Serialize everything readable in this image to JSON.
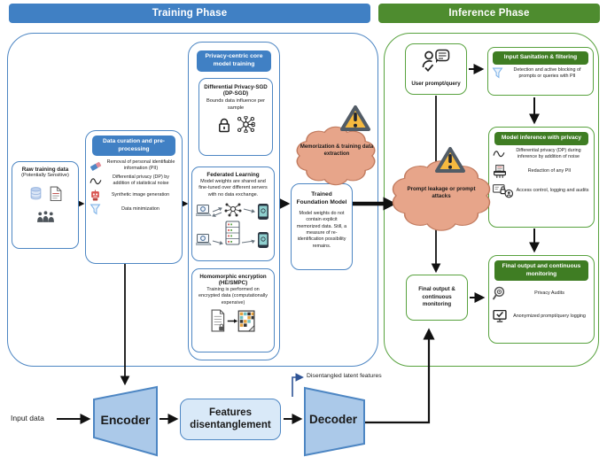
{
  "headers": {
    "training": "Training Phase",
    "inference": "Inference Phase"
  },
  "colors": {
    "training_accent": "#4080c4",
    "inference_accent": "#4e8c2f",
    "inner_green_header": "#3f7d23",
    "cloud_fill": "#e7a58a",
    "warning_fill": "#f5b93f",
    "shape_fill": "#abc9e9",
    "features_fill": "#d9e9f8"
  },
  "training": {
    "raw_data": {
      "title": "Raw training data",
      "subtitle": "(Potentially Sensitive)"
    },
    "curation": {
      "title": "Data curation and pre-processing",
      "items": [
        {
          "icon": "eraser-icon",
          "label": "Removal of personal identifiable information (PII)"
        },
        {
          "icon": "noise-wave-icon",
          "label": "Differential privacy (DP) by addition of statistical noise"
        },
        {
          "icon": "robot-icon",
          "label": "Synthetic image generation"
        },
        {
          "icon": "funnel-icon",
          "label": "Data minimization"
        }
      ]
    },
    "core_training": {
      "title": "Privacy-centric core model training",
      "dp_sgd": {
        "title": "Differential Privacy-SGD (DP-SGD)",
        "body": "Bounds data influence per sample"
      },
      "federated": {
        "title": "Federated Learning",
        "body": "Model weights are shared and fine-tuned over different servers with no data exchange."
      },
      "homomorphic": {
        "title": "Homomorphic encryption (HE/SMPC)",
        "body": "Training is performed on encrypted data (computationally expensive)"
      }
    },
    "foundation_model": {
      "title": "Trained Foundation Model",
      "body": "Model weights do not contain explicit memorized data. Still, a measure of re-identification possibility remains."
    },
    "memorization_cloud": "Memorization & training data extraction"
  },
  "inference": {
    "user_prompt": "User prompt/query",
    "input_sanitation": {
      "title": "Input Sanitation & filtering",
      "body": "Detection and active blocking of prompts or queries with PII"
    },
    "model_inference": {
      "title": "Model inference with privacy",
      "items": [
        {
          "icon": "noise-wave-icon",
          "label": "Differential privacy (DP) during inference by addition of noise"
        },
        {
          "icon": "redaction-icon",
          "label": "Redaction of any PII"
        },
        {
          "icon": "access-control-icon",
          "label": "Access control, logging and audits"
        }
      ]
    },
    "final_monitoring": {
      "title": "Final output and continuous monitoring",
      "items": [
        {
          "icon": "privacy-audit-magnifier-icon",
          "label": "Privacy Audits"
        },
        {
          "icon": "monitor-check-icon",
          "label": "Anonymized prompt/query logging"
        }
      ]
    },
    "prompt_leakage_cloud": "Prompt leakage or prompt attacks",
    "final_output_box": "Final output & continuous monitoring"
  },
  "autoencoder": {
    "input_label": "Input data",
    "encoder": "Encoder",
    "features": "Features disentanglement",
    "decoder": "Decoder",
    "latent_label": "Disentangled latent features"
  }
}
